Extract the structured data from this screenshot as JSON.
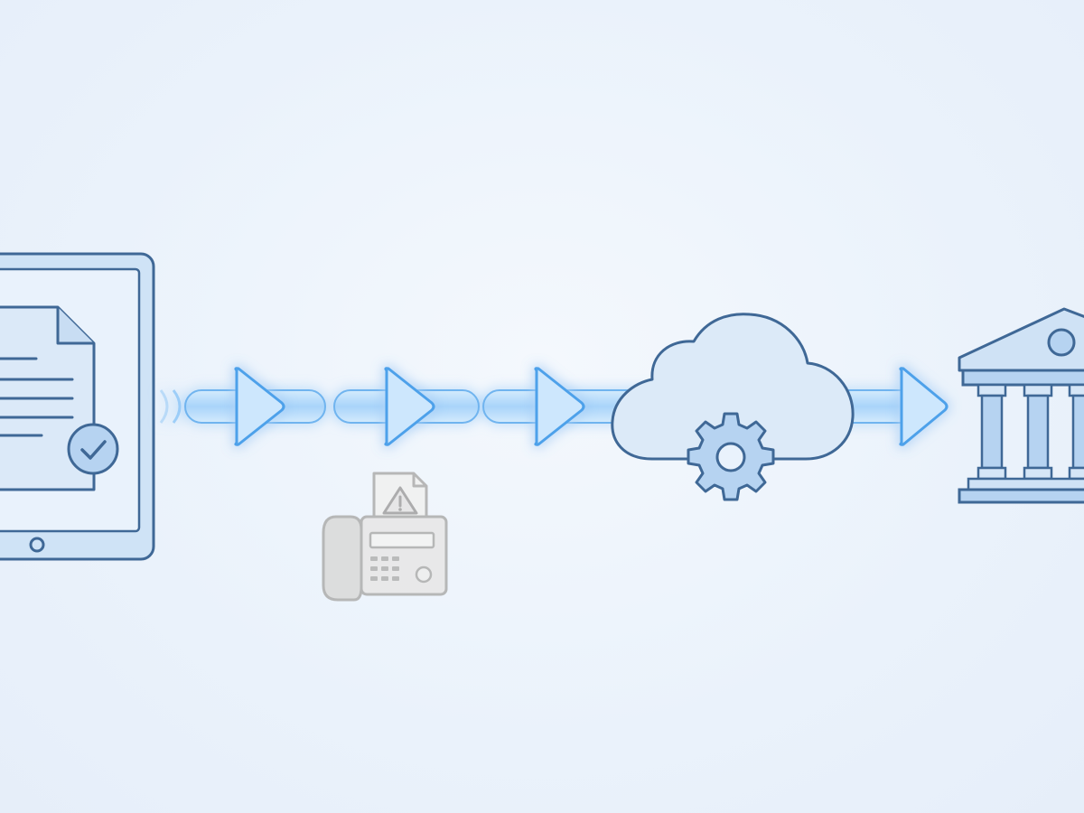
{
  "diagram": {
    "flow": [
      "tablet-document-icon",
      "data-stream-arrows",
      "cloud-processing-icon",
      "data-stream-arrows",
      "bank-building-icon"
    ],
    "side_element": "fax-machine-warning-icon",
    "colors": {
      "background": "#eaf2fb",
      "outline": "#3f6896",
      "fill_light": "#d5e6f7",
      "fill_mid": "#b6d3f1",
      "stream": "#5aa8ec",
      "stream_glow": "#8cc6f7",
      "fax_gray": "#b4b4b4"
    },
    "arrow_count": 4
  }
}
